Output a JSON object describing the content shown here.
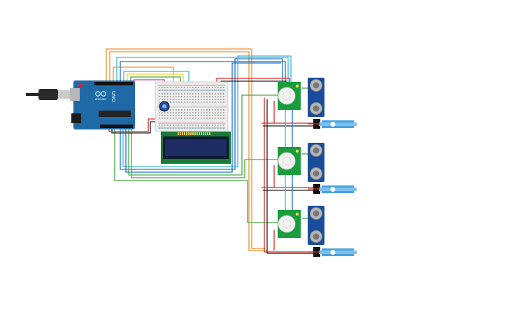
{
  "arduino": {
    "brand_label": "UNO",
    "logo_label": "ARDUINO"
  },
  "modules": [
    {
      "id": "unit-1"
    },
    {
      "id": "unit-2"
    },
    {
      "id": "unit-3"
    }
  ],
  "colors": {
    "background": "#ffffff",
    "arduino_board": "#1f6aa6",
    "breadboard": "#e9e9e9",
    "lcd_body": "#1a7a3a",
    "lcd_screen": "#1d2d63",
    "pir_board": "#1a9c3c",
    "ultrasonic_board": "#1a4c9a",
    "servo_body": "#4aa3e0",
    "wire_orange": "#f0902a",
    "wire_blue": "#1a73c8",
    "wire_cyan": "#3fb6d6",
    "wire_green": "#46a844",
    "wire_red": "#d42a2a",
    "wire_black": "#222222",
    "wire_yellow": "#f2d22e",
    "wire_magenta": "#c83c8c"
  }
}
